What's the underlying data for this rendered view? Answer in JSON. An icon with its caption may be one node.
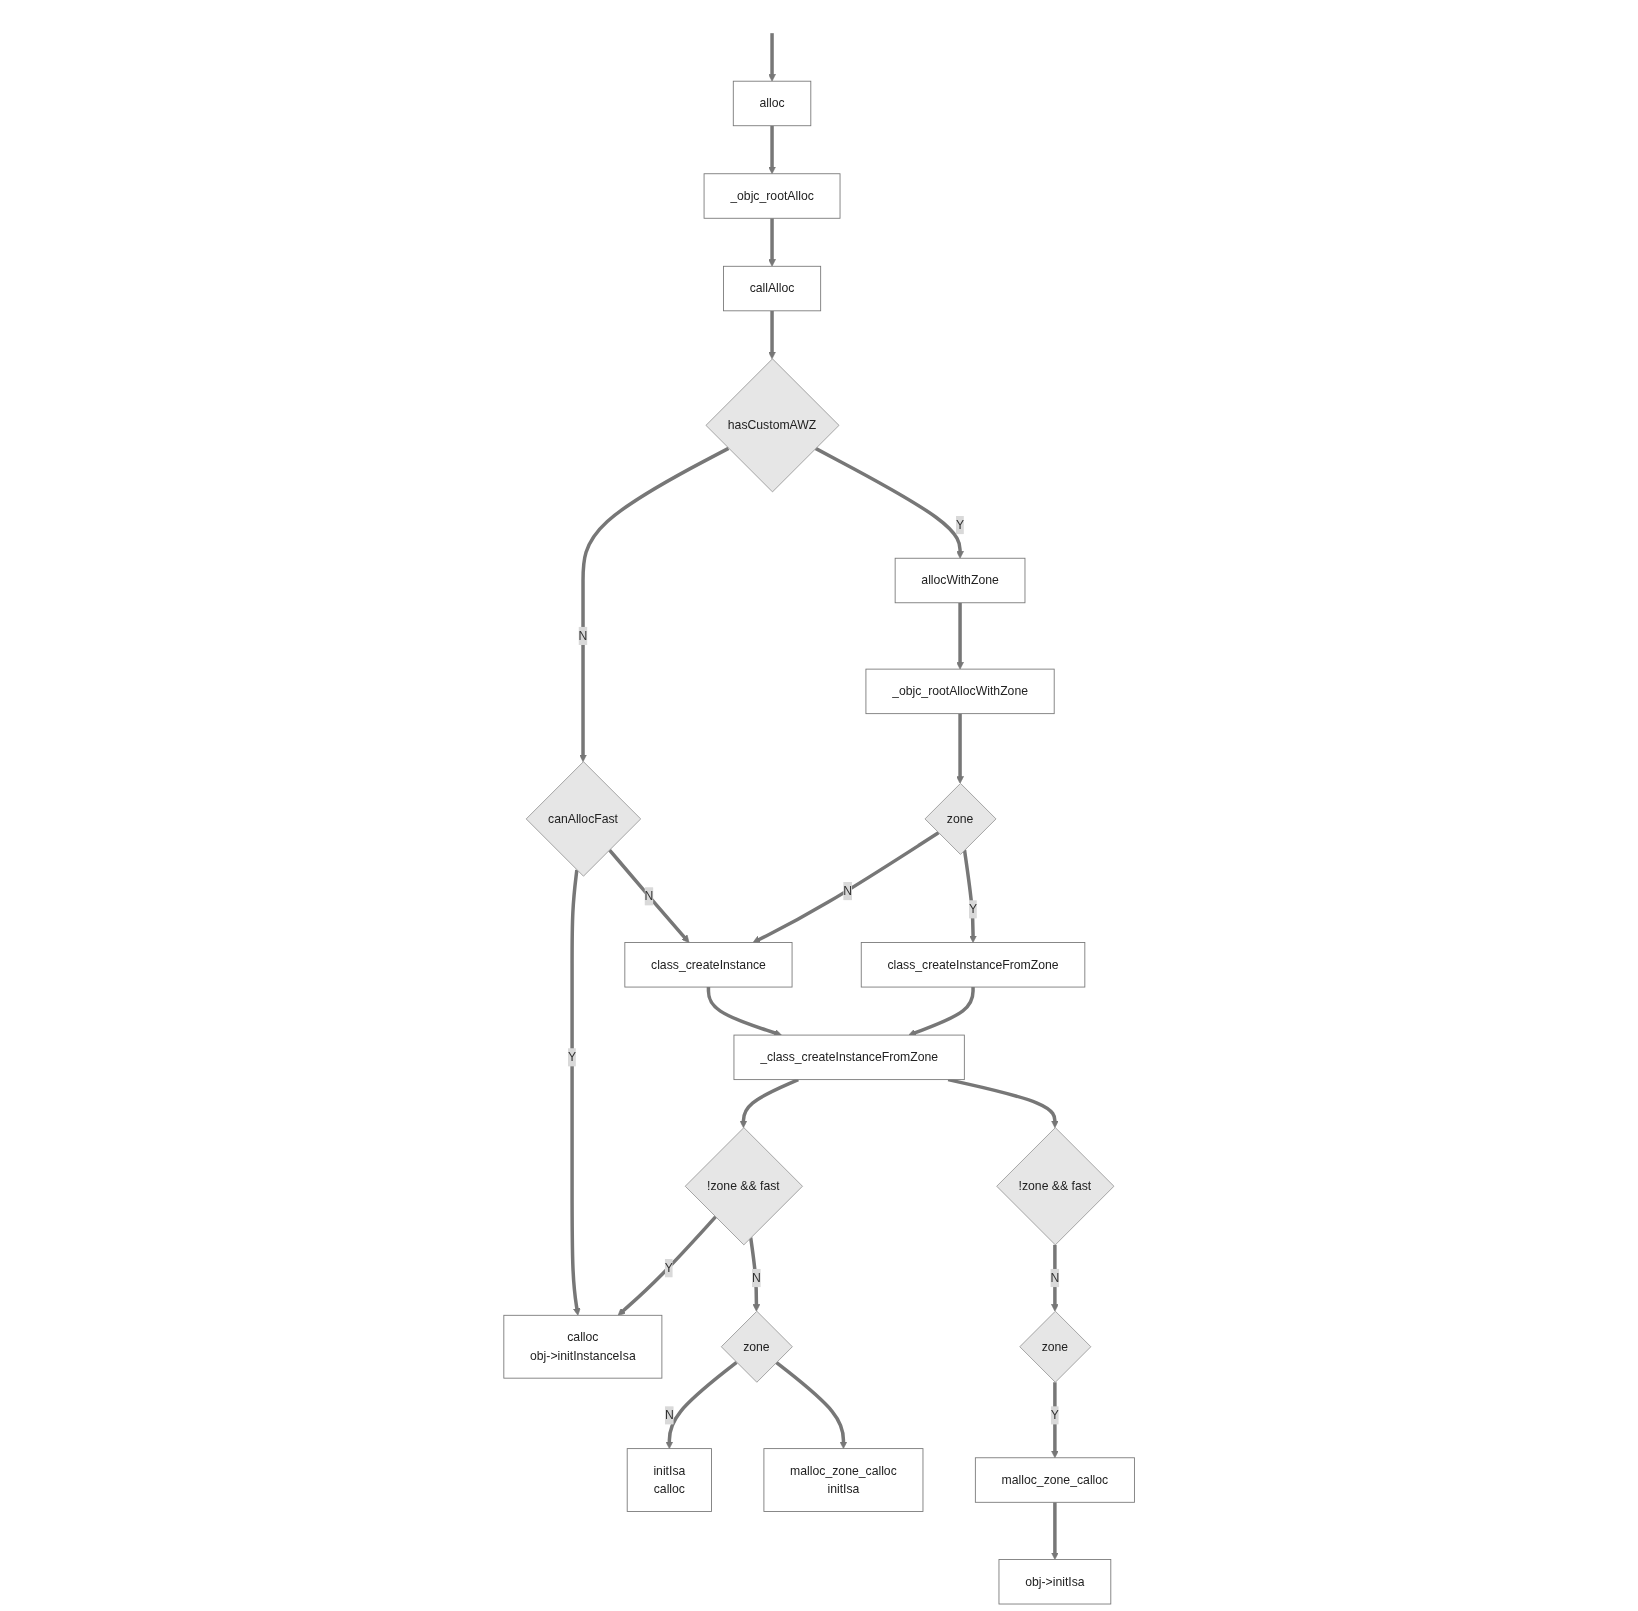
{
  "diagram": {
    "nodes": [
      {
        "text": [
          "alloc"
        ]
      },
      {
        "text": [
          "_objc_rootAlloc"
        ]
      },
      {
        "text": [
          "callAlloc"
        ]
      },
      {
        "text": [
          "hasCustomAWZ"
        ]
      },
      {
        "text": [
          "canAllocFast"
        ]
      },
      {
        "text": [
          "calloc",
          "obj->initInstanceIsa"
        ]
      },
      {
        "text": [
          "allocWithZone"
        ]
      },
      {
        "text": [
          "_objc_rootAllocWithZone"
        ]
      },
      {
        "text": [
          "zone"
        ]
      },
      {
        "text": [
          "class_createInstance"
        ]
      },
      {
        "text": [
          "class_createInstanceFromZone"
        ]
      },
      {
        "text": [
          "_class_createInstanceFromZone"
        ]
      },
      {
        "text": [
          "!zone && fast"
        ]
      },
      {
        "text": [
          "initIsa",
          "calloc"
        ]
      },
      {
        "text": [
          "zone"
        ]
      },
      {
        "text": [
          "malloc_zone_calloc",
          "initIsa"
        ]
      },
      {
        "text": [
          "!zone && fast"
        ]
      },
      {
        "text": [
          "zone"
        ]
      },
      {
        "text": [
          "malloc_zone_calloc"
        ]
      },
      {
        "text": [
          "obj->initIsa"
        ]
      }
    ],
    "edges": [
      {
        "from": null,
        "to": 0,
        "arrow": "to"
      },
      {
        "from": 0,
        "to": 1,
        "arrow": "to"
      },
      {
        "from": 1,
        "to": 2,
        "arrow": "to"
      },
      {
        "from": 2,
        "to": 3,
        "arrow": "to"
      },
      {
        "from": 3,
        "to": 4,
        "arrow": "to",
        "label": "N"
      },
      {
        "from": 3,
        "to": 6,
        "arrow": "to",
        "label": "Y"
      },
      {
        "from": 4,
        "to": 5,
        "arrow": "to",
        "label": "Y"
      },
      {
        "from": 4,
        "to": 9,
        "arrow": "to",
        "label": "N"
      },
      {
        "from": 6,
        "to": 7,
        "arrow": "to"
      },
      {
        "from": 7,
        "to": 8,
        "arrow": "to"
      },
      {
        "from": 8,
        "to": 9,
        "arrow": "to",
        "label": "N"
      },
      {
        "from": 8,
        "to": 10,
        "arrow": "to",
        "label": "Y"
      },
      {
        "from": 9,
        "to": 11,
        "arrow": "to"
      },
      {
        "from": 10,
        "to": 11,
        "arrow": "to"
      },
      {
        "from": 11,
        "to": 12,
        "arrow": "to"
      },
      {
        "from": 12,
        "to": 5,
        "arrow": "to",
        "label": "Y"
      },
      {
        "from": 12,
        "to": 14,
        "arrow": "to",
        "label": "N"
      },
      {
        "from": 14,
        "to": 13,
        "arrow": "to",
        "label": "N"
      },
      {
        "from": 14,
        "to": 15,
        "arrow": "to"
      },
      {
        "from": 11,
        "to": 16,
        "arrow": "to"
      },
      {
        "from": 16,
        "to": 17,
        "arrow": "to",
        "label": "N"
      },
      {
        "from": 17,
        "to": 18,
        "arrow": "to",
        "label": "Y"
      },
      {
        "from": 18,
        "to": 19,
        "arrow": "to"
      }
    ]
  }
}
